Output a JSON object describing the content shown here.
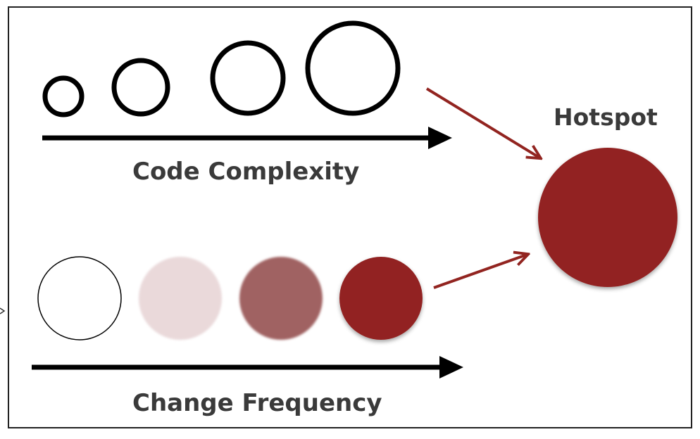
{
  "labels": {
    "complexity": "Code Complexity",
    "frequency": "Change Frequency",
    "hotspot": "Hotspot"
  },
  "colors": {
    "frame": "#222222",
    "outline": "#000000",
    "hotspot": "#922420",
    "freq_levels": [
      "#ffffff",
      "#ead9da",
      "#a06262",
      "#922420"
    ],
    "label": "#3a3a3a"
  }
}
